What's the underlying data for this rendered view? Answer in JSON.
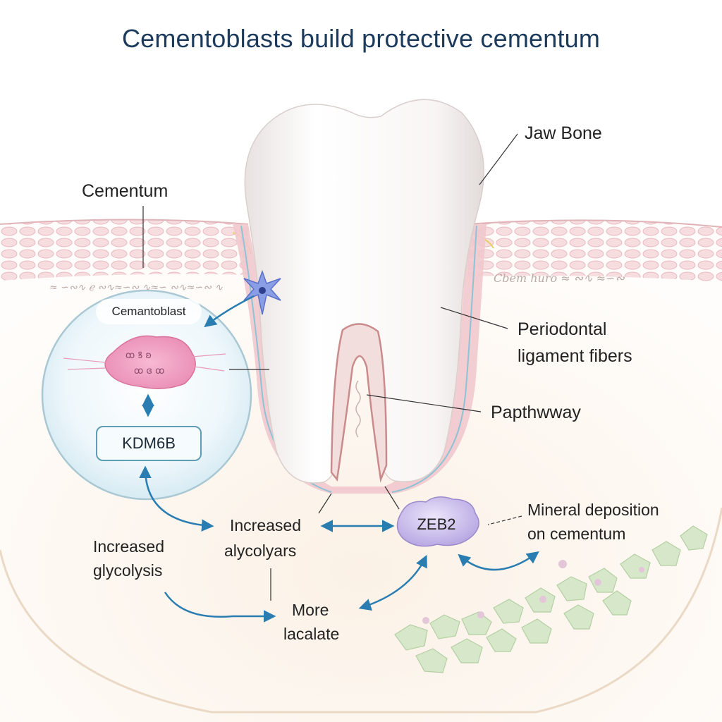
{
  "title": "Cementoblasts build protective cementum",
  "labels": {
    "jaw_bone": "Jaw Bone",
    "cementum": "Cementum",
    "cementoblast": "Cemantoblast",
    "periodontal_1": "Periodontal",
    "periodontal_2": "ligament fibers",
    "pathway": "Papthwway",
    "kdm6b": "KDM6B",
    "increased_center_1": "Increased",
    "increased_center_2": "alycolyars",
    "increased_left_1": "Increased",
    "increased_left_2": "glycolysis",
    "zeb2": "ZEB2",
    "mineral_1": "Mineral deposition",
    "mineral_2": "on cementum",
    "more_1": "More",
    "more_2": "lacalate",
    "script_left": "≈ ∽∾∿ ℯ ∾∿≈∽∾ ∿≈∽ ∾∿≈∽∾ ∿",
    "script_right": "Cbem huro ≈ ∾∿ ≈∽∾"
  },
  "colors": {
    "title": "#1b3a5c",
    "arrow": "#2a7db0",
    "tooth": "#f7f3f1",
    "gum": "#f3d2d6",
    "zeb2": "#cbbfe8",
    "cell": "#eef7fb",
    "mineral": "#d6e8c9"
  }
}
